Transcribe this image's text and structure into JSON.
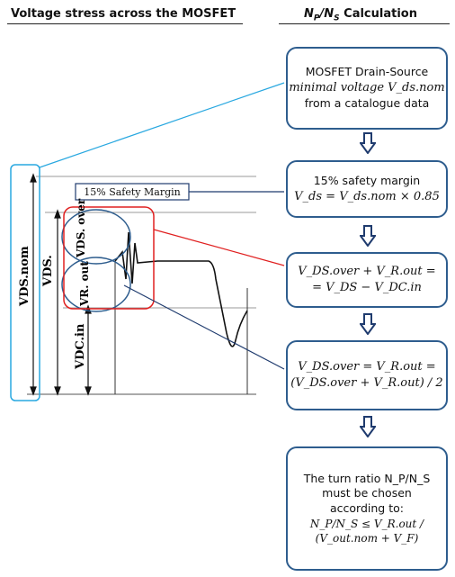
{
  "header": {
    "left_title": "Voltage stress across the MOSFET",
    "right_ratio": "N_P / N_S",
    "right_suffix": "Calculation"
  },
  "steps": [
    {
      "line1": "MOSFET Drain-Source",
      "line2": "minimal voltage V_ds.nom",
      "line3": "from a catalogue data"
    },
    {
      "line1": "15% safety margin",
      "line2": "V_ds = V_ds.nom × 0.85"
    },
    {
      "line1": "V_DS.over + V_R.out =",
      "line2": "= V_DS − V_DC.in"
    },
    {
      "line1": "V_DS.over = V_R.out =",
      "line2": "(V_DS.over + V_R.out) / 2"
    },
    {
      "line1": "The turn ratio N_P/N_S",
      "line2": "must be chosen",
      "line3": "according to:",
      "line4": "N_P/N_S ≤ V_R.out / (V_out.nom + V_F)"
    }
  ],
  "diagram": {
    "safety_margin_label": "15% Safety Margin",
    "v_ds_nom": "VDS.nom",
    "v_ds": "VDS.",
    "v_dc_in": "VDC.in",
    "v_ds_over": "VDS. over",
    "v_r_out": "VR. out"
  },
  "colors": {
    "box_border": "#2e5d8e",
    "arrow": "#1f3b6e",
    "cyan_frame": "#29a8e0",
    "red_frame": "#e02020",
    "dark_line": "#1f3b6e"
  }
}
